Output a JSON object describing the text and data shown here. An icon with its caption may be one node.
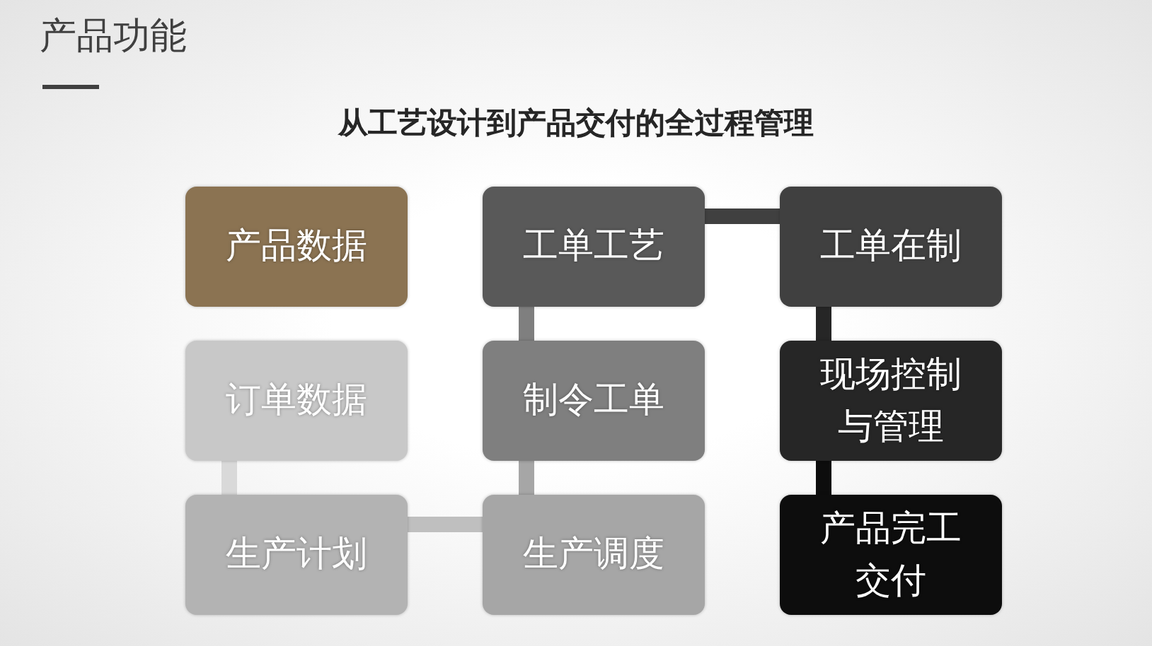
{
  "diagram": {
    "title": "从工艺设计到产品交付的全过程管理",
    "nodes": [
      {
        "text": [
          "产品数据"
        ]
      },
      {
        "text": [
          "工单工艺"
        ]
      },
      {
        "text": [
          "工单在制"
        ]
      },
      {
        "text": [
          "订单数据"
        ]
      },
      {
        "text": [
          "制令工单"
        ]
      },
      {
        "text": [
          "现场控制与管理"
        ]
      },
      {
        "text": [
          "生产计划"
        ]
      },
      {
        "text": [
          "生产调度"
        ]
      },
      {
        "text": [
          "产品完工交付"
        ]
      }
    ],
    "edges": [
      {
        "from": 3,
        "to": 6,
        "arrow": "none",
        "color": "#d9d9d9"
      },
      {
        "from": 6,
        "to": 7,
        "arrow": "none",
        "color": "#bfbfbf"
      },
      {
        "from": 7,
        "to": 4,
        "arrow": "none",
        "color": "#a6a6a6"
      },
      {
        "from": 4,
        "to": 1,
        "arrow": "none",
        "color": "#7f7f7f"
      },
      {
        "from": 1,
        "to": 2,
        "arrow": "none",
        "color": "#404040"
      },
      {
        "from": 2,
        "to": 5,
        "arrow": "none",
        "color": "#262626"
      },
      {
        "from": 5,
        "to": 8,
        "arrow": "none",
        "color": "#0d0d0d"
      }
    ],
    "labels": [
      "产品功能"
    ]
  }
}
